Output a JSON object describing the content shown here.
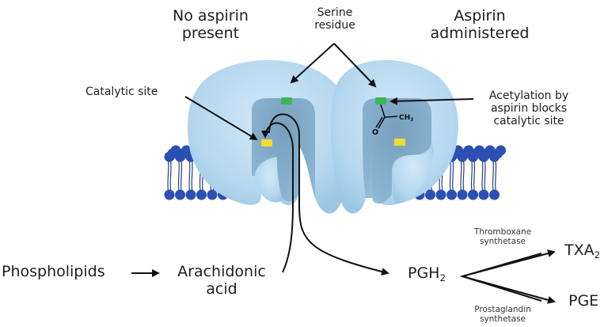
{
  "labels": {
    "no_aspirin": "No aspirin\npresent",
    "no_aspirin_l1": "No aspirin",
    "no_aspirin_l2": "present",
    "serine_l1": "Serine",
    "serine_l2": "residue",
    "aspirin_l1": "Aspirin",
    "aspirin_l2": "administered",
    "catalytic_site": "Catalytic site",
    "acetylation_l1": "Acetylation by",
    "acetylation_l2": "aspirin blocks",
    "acetylation_l3": "catalytic site",
    "methyl_group": "CH",
    "methyl_sub": "3",
    "oxygen": "O"
  },
  "pathway": {
    "phospholipids": "Phospholipids",
    "arachidonic_l1": "Arachidonic",
    "arachidonic_l2": "acid",
    "pgh": "PGH",
    "pgh_sub": "2",
    "txa": "TXA",
    "txa_sub": "2",
    "pge": "PGE",
    "thromboxane_l1": "Thromboxane",
    "thromboxane_l2": "synthetase",
    "prostaglandin_l1": "Prostaglandin",
    "prostaglandin_l2": "synthetase"
  },
  "colors": {
    "enzyme_outer": "#b9daf0",
    "enzyme_inner": "#7fa9c6",
    "lipid_head": "#2b4fb3",
    "serine_residue": "#3cb55a",
    "catalytic_site": "#f2dc2c",
    "arrow": "#111111",
    "text": "#1e1e1e"
  }
}
